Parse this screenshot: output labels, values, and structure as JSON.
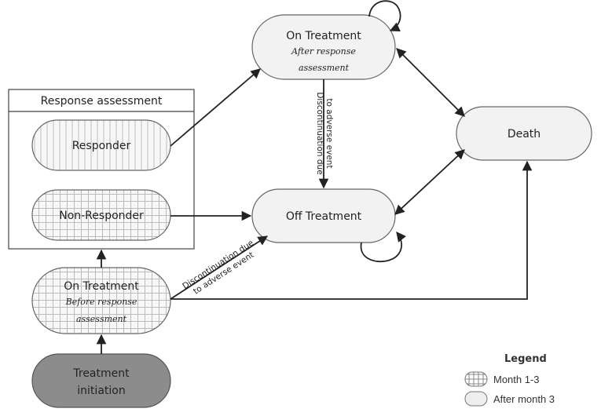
{
  "nodes": {
    "on_treatment_after": {
      "title": "On Treatment",
      "subtitle_line1": "After response",
      "subtitle_line2": "assessment"
    },
    "death": {
      "title": "Death"
    },
    "off_treatment": {
      "title": "Off Treatment"
    },
    "responder": {
      "title": "Responder"
    },
    "non_responder": {
      "title": "Non-Responder"
    },
    "on_treatment_before": {
      "title": "On Treatment",
      "subtitle_line1": "Before response",
      "subtitle_line2": "assessment"
    },
    "treatment_initiation": {
      "title_line1": "Treatment",
      "title_line2": "initiation"
    }
  },
  "response_box": {
    "title": "Response assessment"
  },
  "edge_labels": {
    "vertical_line1": "Discontinuation due",
    "vertical_line2": "to adverse event",
    "diagonal_line1": "Discontinuation due",
    "diagonal_line2": "to adverse event"
  },
  "legend": {
    "title": "Legend",
    "items": [
      {
        "label": "Month 1-3",
        "pattern": "grid"
      },
      {
        "label": "After month 3",
        "pattern": "plain"
      }
    ]
  },
  "colors": {
    "node_fill": "#f2f2f2",
    "grid_line": "#bcbcbc",
    "initiation_fill": "#8c8c8c",
    "stroke": "#555555",
    "arrow": "#222222"
  }
}
